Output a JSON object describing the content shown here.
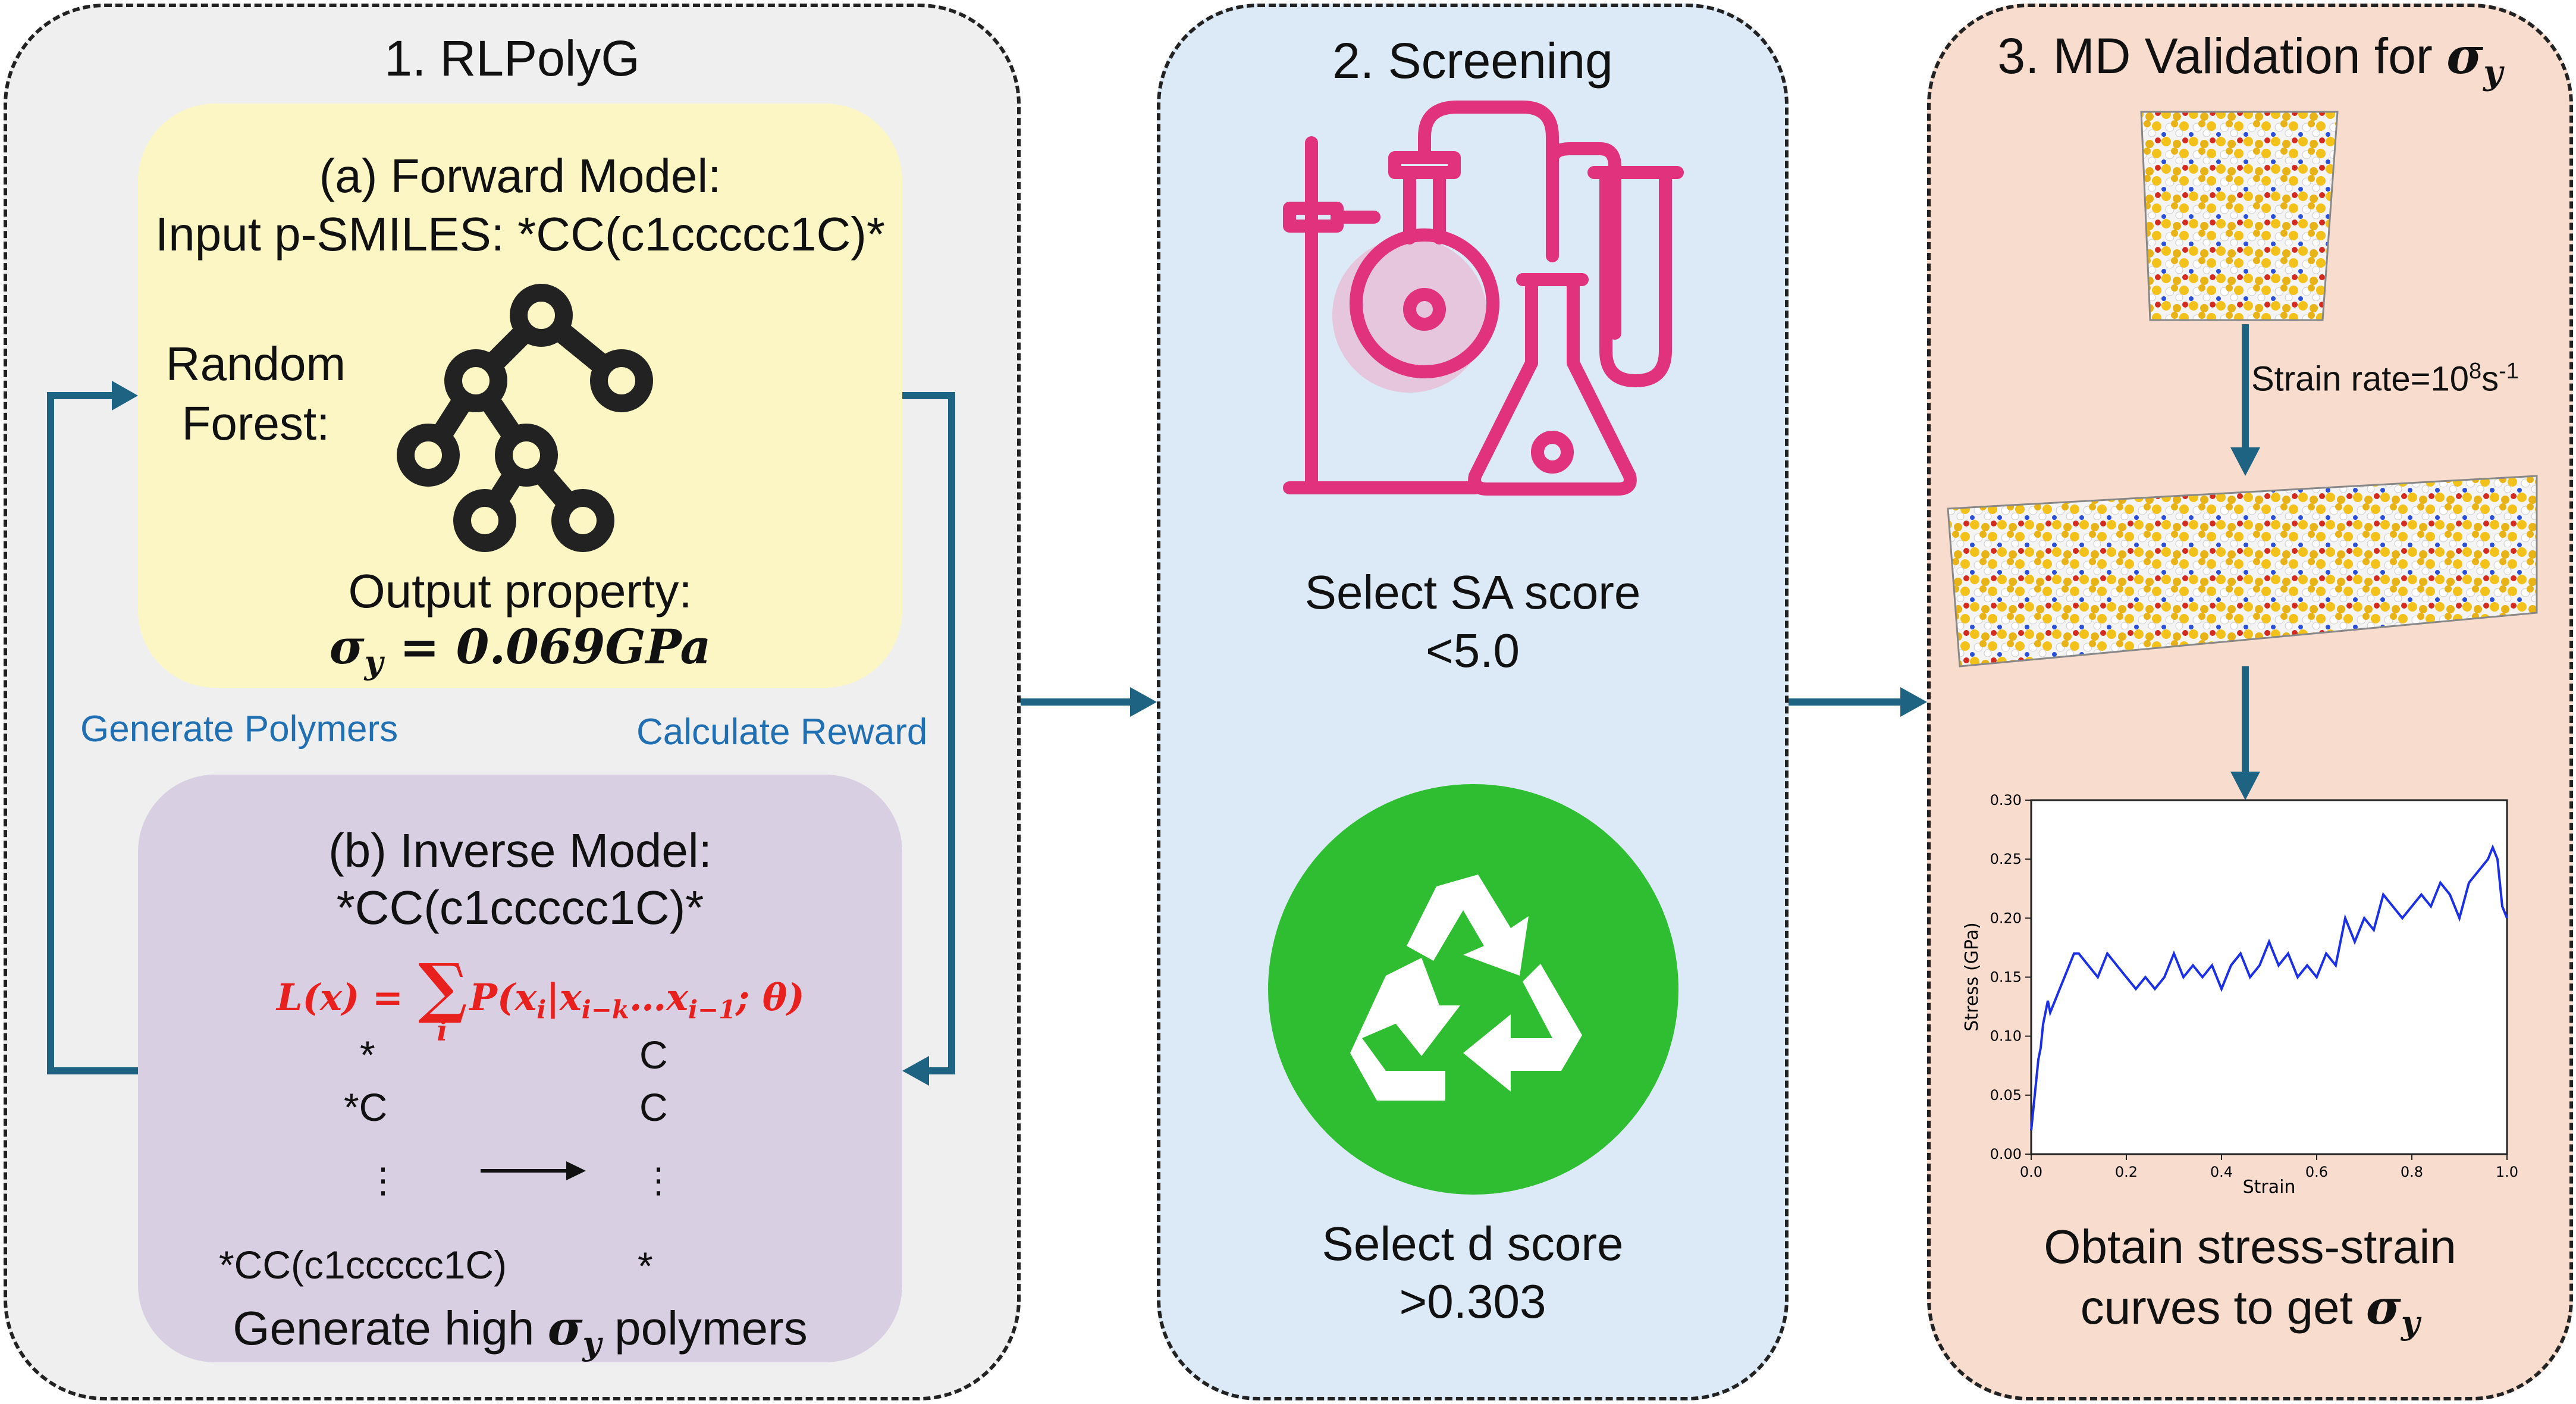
{
  "panel1": {
    "title": "1. RLPolyG",
    "forward": {
      "title": "(a) Forward Model:",
      "input_line": "Input p-SMILES: *CC(c1ccccc1C)*",
      "rf_label_1": "Random",
      "rf_label_2": "Forest:",
      "output_label": "Output property:",
      "output_sym": "σ",
      "output_sub": "y",
      "output_value": " = 0.069GPa"
    },
    "left_arrow_label": "Generate Polymers",
    "right_arrow_label": "Calculate Reward",
    "inverse": {
      "title": "(b) Inverse Model:",
      "smiles": "*CC(c1ccccc1C)*",
      "formula_lhs": "L(x) = ",
      "formula_sum": "∑",
      "formula_sum_index": "i",
      "formula_rhs": "P(x",
      "formula_sub_i": "i",
      "formula_bar": "|x",
      "formula_sub_ik": "i−k",
      "formula_dots": "…x",
      "formula_sub_i1": "i−1",
      "formula_end": "; θ)",
      "left_col": [
        "*",
        "*C",
        "⋮",
        "*CC(c1ccccc1C)"
      ],
      "right_col": [
        "C",
        "C",
        "⋮",
        "*"
      ],
      "bottom_pre": "Generate high ",
      "bottom_sym": "σ",
      "bottom_sub": "y",
      "bottom_post": " polymers"
    }
  },
  "panel2": {
    "title": "2. Screening",
    "sa_line1": "Select SA score",
    "sa_line2": "<5.0",
    "d_line1": "Select d score",
    "d_line2": ">0.303"
  },
  "panel3": {
    "title_pre": "3. MD Validation for ",
    "title_sym": "σ",
    "title_sub": "y",
    "strain_rate_pre": "Strain rate=10",
    "strain_rate_sup1": "8",
    "strain_rate_mid": "s",
    "strain_rate_sup2": "-1",
    "bottom_line1": "Obtain stress-strain",
    "bottom_line2_pre": "curves to get ",
    "bottom_sym": "σ",
    "bottom_sub": "y"
  },
  "colors": {
    "panel1_bg": "#efefef",
    "panel2_bg": "#dce9f6",
    "panel3_bg": "#f8ddcf",
    "forward_bg": "#fbf6c4",
    "inverse_bg": "#d9cfe3",
    "arrow": "#1f6383",
    "formula_red": "#e8201e",
    "label_blue": "#1f6fb2",
    "chem_pink": "#e0327d",
    "recycle_green": "#2fbd32",
    "line_blue": "#1a2fe6"
  },
  "icons": [
    "decision-tree-icon",
    "lab-glassware-icon",
    "recycle-icon",
    "molecule-box-icon",
    "stretched-molecule-box-icon"
  ],
  "chart_data": {
    "type": "line",
    "title": "",
    "xlabel": "Strain",
    "ylabel": "Stress (GPa)",
    "xlim": [
      0.0,
      1.0
    ],
    "ylim": [
      0.0,
      0.3
    ],
    "xticks": [
      "0.0",
      "0.2",
      "0.4",
      "0.6",
      "0.8",
      "1.0"
    ],
    "yticks": [
      "0.00",
      "0.05",
      "0.10",
      "0.15",
      "0.20",
      "0.25",
      "0.30"
    ],
    "grid": false,
    "series": [
      {
        "x": [
          0.0,
          0.005,
          0.01,
          0.015,
          0.02,
          0.025,
          0.03,
          0.035,
          0.04,
          0.05,
          0.06,
          0.07,
          0.08,
          0.09,
          0.1,
          0.12,
          0.14,
          0.16,
          0.18,
          0.2,
          0.22,
          0.24,
          0.26,
          0.28,
          0.3,
          0.32,
          0.34,
          0.36,
          0.38,
          0.4,
          0.42,
          0.44,
          0.46,
          0.48,
          0.5,
          0.52,
          0.54,
          0.56,
          0.58,
          0.6,
          0.62,
          0.64,
          0.66,
          0.68,
          0.7,
          0.72,
          0.74,
          0.76,
          0.78,
          0.8,
          0.82,
          0.84,
          0.86,
          0.88,
          0.9,
          0.92,
          0.94,
          0.96,
          0.97,
          0.98,
          0.99,
          1.0
        ],
        "y": [
          0.02,
          0.04,
          0.06,
          0.08,
          0.09,
          0.11,
          0.12,
          0.13,
          0.12,
          0.13,
          0.14,
          0.15,
          0.16,
          0.17,
          0.17,
          0.16,
          0.15,
          0.17,
          0.16,
          0.15,
          0.14,
          0.15,
          0.14,
          0.15,
          0.17,
          0.15,
          0.16,
          0.15,
          0.16,
          0.14,
          0.16,
          0.17,
          0.15,
          0.16,
          0.18,
          0.16,
          0.17,
          0.15,
          0.16,
          0.15,
          0.17,
          0.16,
          0.2,
          0.18,
          0.2,
          0.19,
          0.22,
          0.21,
          0.2,
          0.21,
          0.22,
          0.21,
          0.23,
          0.22,
          0.2,
          0.23,
          0.24,
          0.25,
          0.26,
          0.25,
          0.21,
          0.2
        ]
      }
    ]
  }
}
